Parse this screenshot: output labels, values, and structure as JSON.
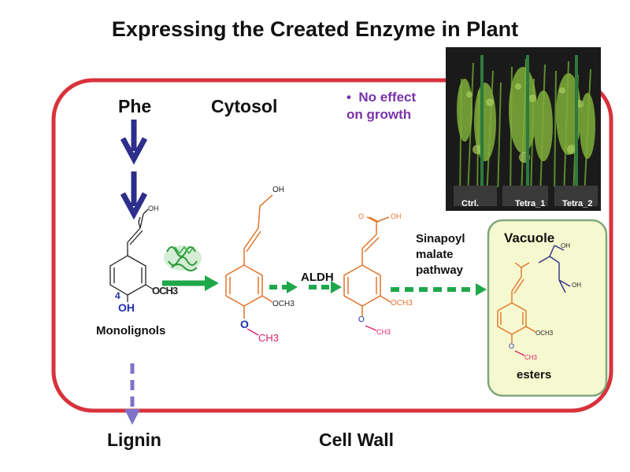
{
  "title": "Expressing the Created Enzyme in Plant",
  "labels": {
    "phe": "Phe",
    "cytosol": "Cytosol",
    "monolignols": "Monolignols",
    "lignin": "Lignin",
    "cell_wall": "Cell Wall",
    "aldh": "ALDH",
    "sinapoyl_line1": "Sinapoyl",
    "sinapoyl_line2": "malate",
    "sinapoyl_line3": "pathway",
    "vacuole": "Vacuole",
    "esters": "esters"
  },
  "note": {
    "bullet": "•",
    "line1": "No effect",
    "line2": "on growth"
  },
  "photo": {
    "captions": [
      "Ctrl.",
      "Tetra_1",
      "Tetra_2"
    ]
  },
  "chem": {
    "oh": "OH",
    "och3": "OCH3",
    "och3_small": "OCH3",
    "ch3": "CH3",
    "o": "O",
    "oh_bold": "OH",
    "position4": "4"
  },
  "colors": {
    "cell_border": "#d8323c",
    "blue_arrow": "#2e2e8c",
    "green_arrow": "#1ea84a",
    "dashed_lilac": "#7e73c9",
    "orange": "#e0742a",
    "magenta": "#d6246e",
    "vacuole_fill": "#f6f8cf",
    "vacuole_border": "#7fa77a",
    "purple_text": "#7a33a8"
  }
}
